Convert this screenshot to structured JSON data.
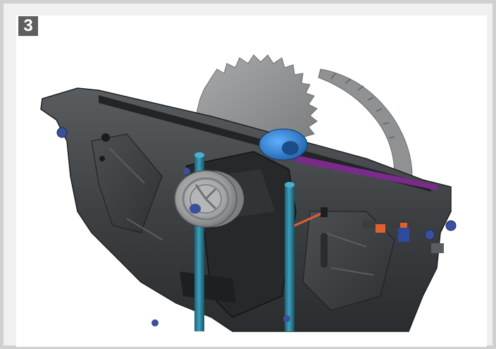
{
  "step": {
    "number": "3"
  },
  "colors": {
    "frame": "#d0d0d0",
    "badge_bg": "#5f5f5f",
    "badge_text": "#ffffff",
    "housing": "#3c3e40",
    "blade": "#8d8f91",
    "posts": "#2c7e96",
    "motor_cap": "#2f7fd1",
    "accent_magenta": "#7a2a8a",
    "accent_orange": "#e06030"
  },
  "illustration": {
    "subject": "saw-blade-guard-assembly-exploded-view",
    "parts": [
      "circular-saw-blade",
      "blade-guard-housing",
      "belt-pulley",
      "guide-posts",
      "motor-cap",
      "clamp-bolts",
      "hex-nuts"
    ]
  }
}
